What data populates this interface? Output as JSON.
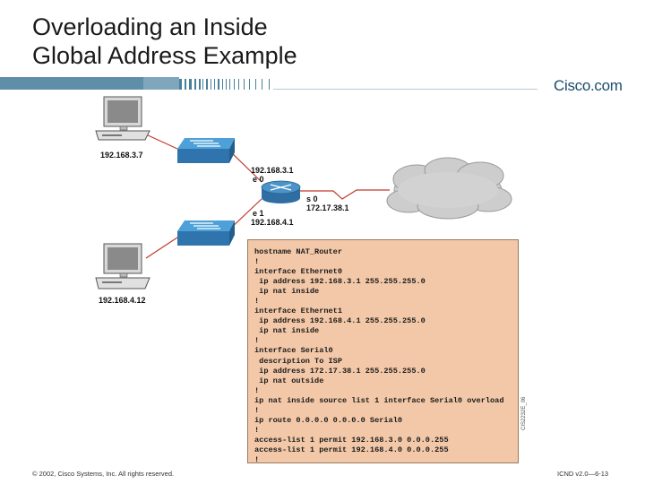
{
  "slide": {
    "title_line1": "Overloading an Inside",
    "title_line2": "Global Address Example",
    "brand": "Cisco.com",
    "footer_left": "© 2002, Cisco Systems, Inc. All rights reserved.",
    "footer_right": "ICND v2.0—6-13",
    "figure_id": "CIS2232E_06"
  },
  "diagram": {
    "host1_ip": "192.168.3.7",
    "host2_ip": "192.168.4.12",
    "router": {
      "e0_ip": "192.168.3.1",
      "e0_label": "e 0",
      "s0_label": "s 0",
      "s0_ip": "172.17.38.1",
      "e1_label": "e 1",
      "e1_ip": "192.168.4.1"
    }
  },
  "config_lines": [
    "hostname NAT_Router",
    "!",
    "interface Ethernet0",
    " ip address 192.168.3.1 255.255.255.0",
    " ip nat inside",
    "!",
    "interface Ethernet1",
    " ip address 192.168.4.1 255.255.255.0",
    " ip nat inside",
    "!",
    "interface Serial0",
    " description To ISP",
    " ip address 172.17.38.1 255.255.255.0",
    " ip nat outside",
    "!",
    "ip nat inside source list 1 interface Serial0 overload",
    "!",
    "ip route 0.0.0.0 0.0.0.0 Serial0",
    "!",
    "access-list 1 permit 192.168.3.0 0.0.0.255",
    "access-list 1 permit 192.168.4.0 0.0.0.255",
    "!"
  ],
  "colors": {
    "banner": "#5f8ea8",
    "switch": "#3f8fc8",
    "router": "#3a7ab0",
    "config_bg": "#f2c8a8",
    "link": "#c0392b"
  }
}
